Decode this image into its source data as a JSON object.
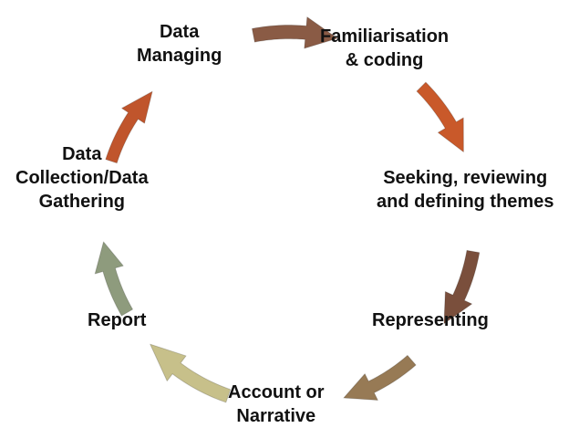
{
  "cycle": {
    "stages": [
      {
        "id": "data-managing",
        "lines": [
          "Data",
          "Managing"
        ],
        "text": "Data Managing"
      },
      {
        "id": "familiarisation-coding",
        "lines": [
          "Familiarisation",
          "& coding"
        ],
        "text": "Familiarisation & coding"
      },
      {
        "id": "seeking-reviewing-defining-themes",
        "lines": [
          "Seeking, reviewing",
          "and defining themes"
        ],
        "text": "Seeking, reviewing and defining themes"
      },
      {
        "id": "representing",
        "lines": [
          "Representing"
        ],
        "text": "Representing"
      },
      {
        "id": "account-or-narrative",
        "lines": [
          "Account or",
          "Narrative"
        ],
        "text": "Account or Narrative"
      },
      {
        "id": "report",
        "lines": [
          "Report"
        ],
        "text": "Report"
      },
      {
        "id": "data-collection-gathering",
        "lines": [
          "Data",
          "Collection/Data",
          "Gathering"
        ],
        "text": "Data Collection/Data Gathering"
      }
    ],
    "arrows": [
      {
        "from": "data-managing",
        "to": "familiarisation-coding",
        "color": "#8A5B45"
      },
      {
        "from": "familiarisation-coding",
        "to": "seeking-reviewing-defining-themes",
        "color": "#C9592A"
      },
      {
        "from": "seeking-reviewing-defining-themes",
        "to": "representing",
        "color": "#7A4F3C"
      },
      {
        "from": "representing",
        "to": "account-or-narrative",
        "color": "#977A55"
      },
      {
        "from": "account-or-narrative",
        "to": "report",
        "color": "#C7C08A"
      },
      {
        "from": "report",
        "to": "data-collection-gathering",
        "color": "#8E9B7D"
      },
      {
        "from": "data-collection-gathering",
        "to": "data-managing",
        "color": "#C0552C"
      }
    ]
  }
}
